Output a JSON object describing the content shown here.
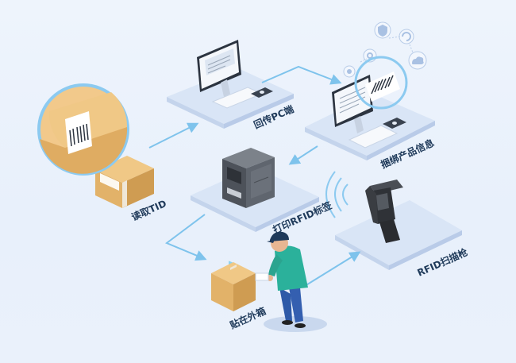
{
  "labels": {
    "read_tid": "读取TID",
    "upload_pc": "回传PC端",
    "bind_info": "捆绑产品信息",
    "print_rfid": "打印RFID标签",
    "rfid_scanner": "RFID扫描枪",
    "stick_box": "贴在外箱"
  },
  "icons": [
    "shield-icon",
    "settings-icon",
    "cloud-icon",
    "rotate-icon",
    "globe-icon",
    "gear-icon"
  ],
  "colors": {
    "background": "#eaf1fb",
    "platform": "#d7e3f5",
    "flow_line": "#7ec3ec",
    "box": "#e2b269",
    "printer": "#5a5f66",
    "worker_shirt": "#2bb19b",
    "worker_pants": "#2e5aa8",
    "scanner": "#3a3d42"
  }
}
